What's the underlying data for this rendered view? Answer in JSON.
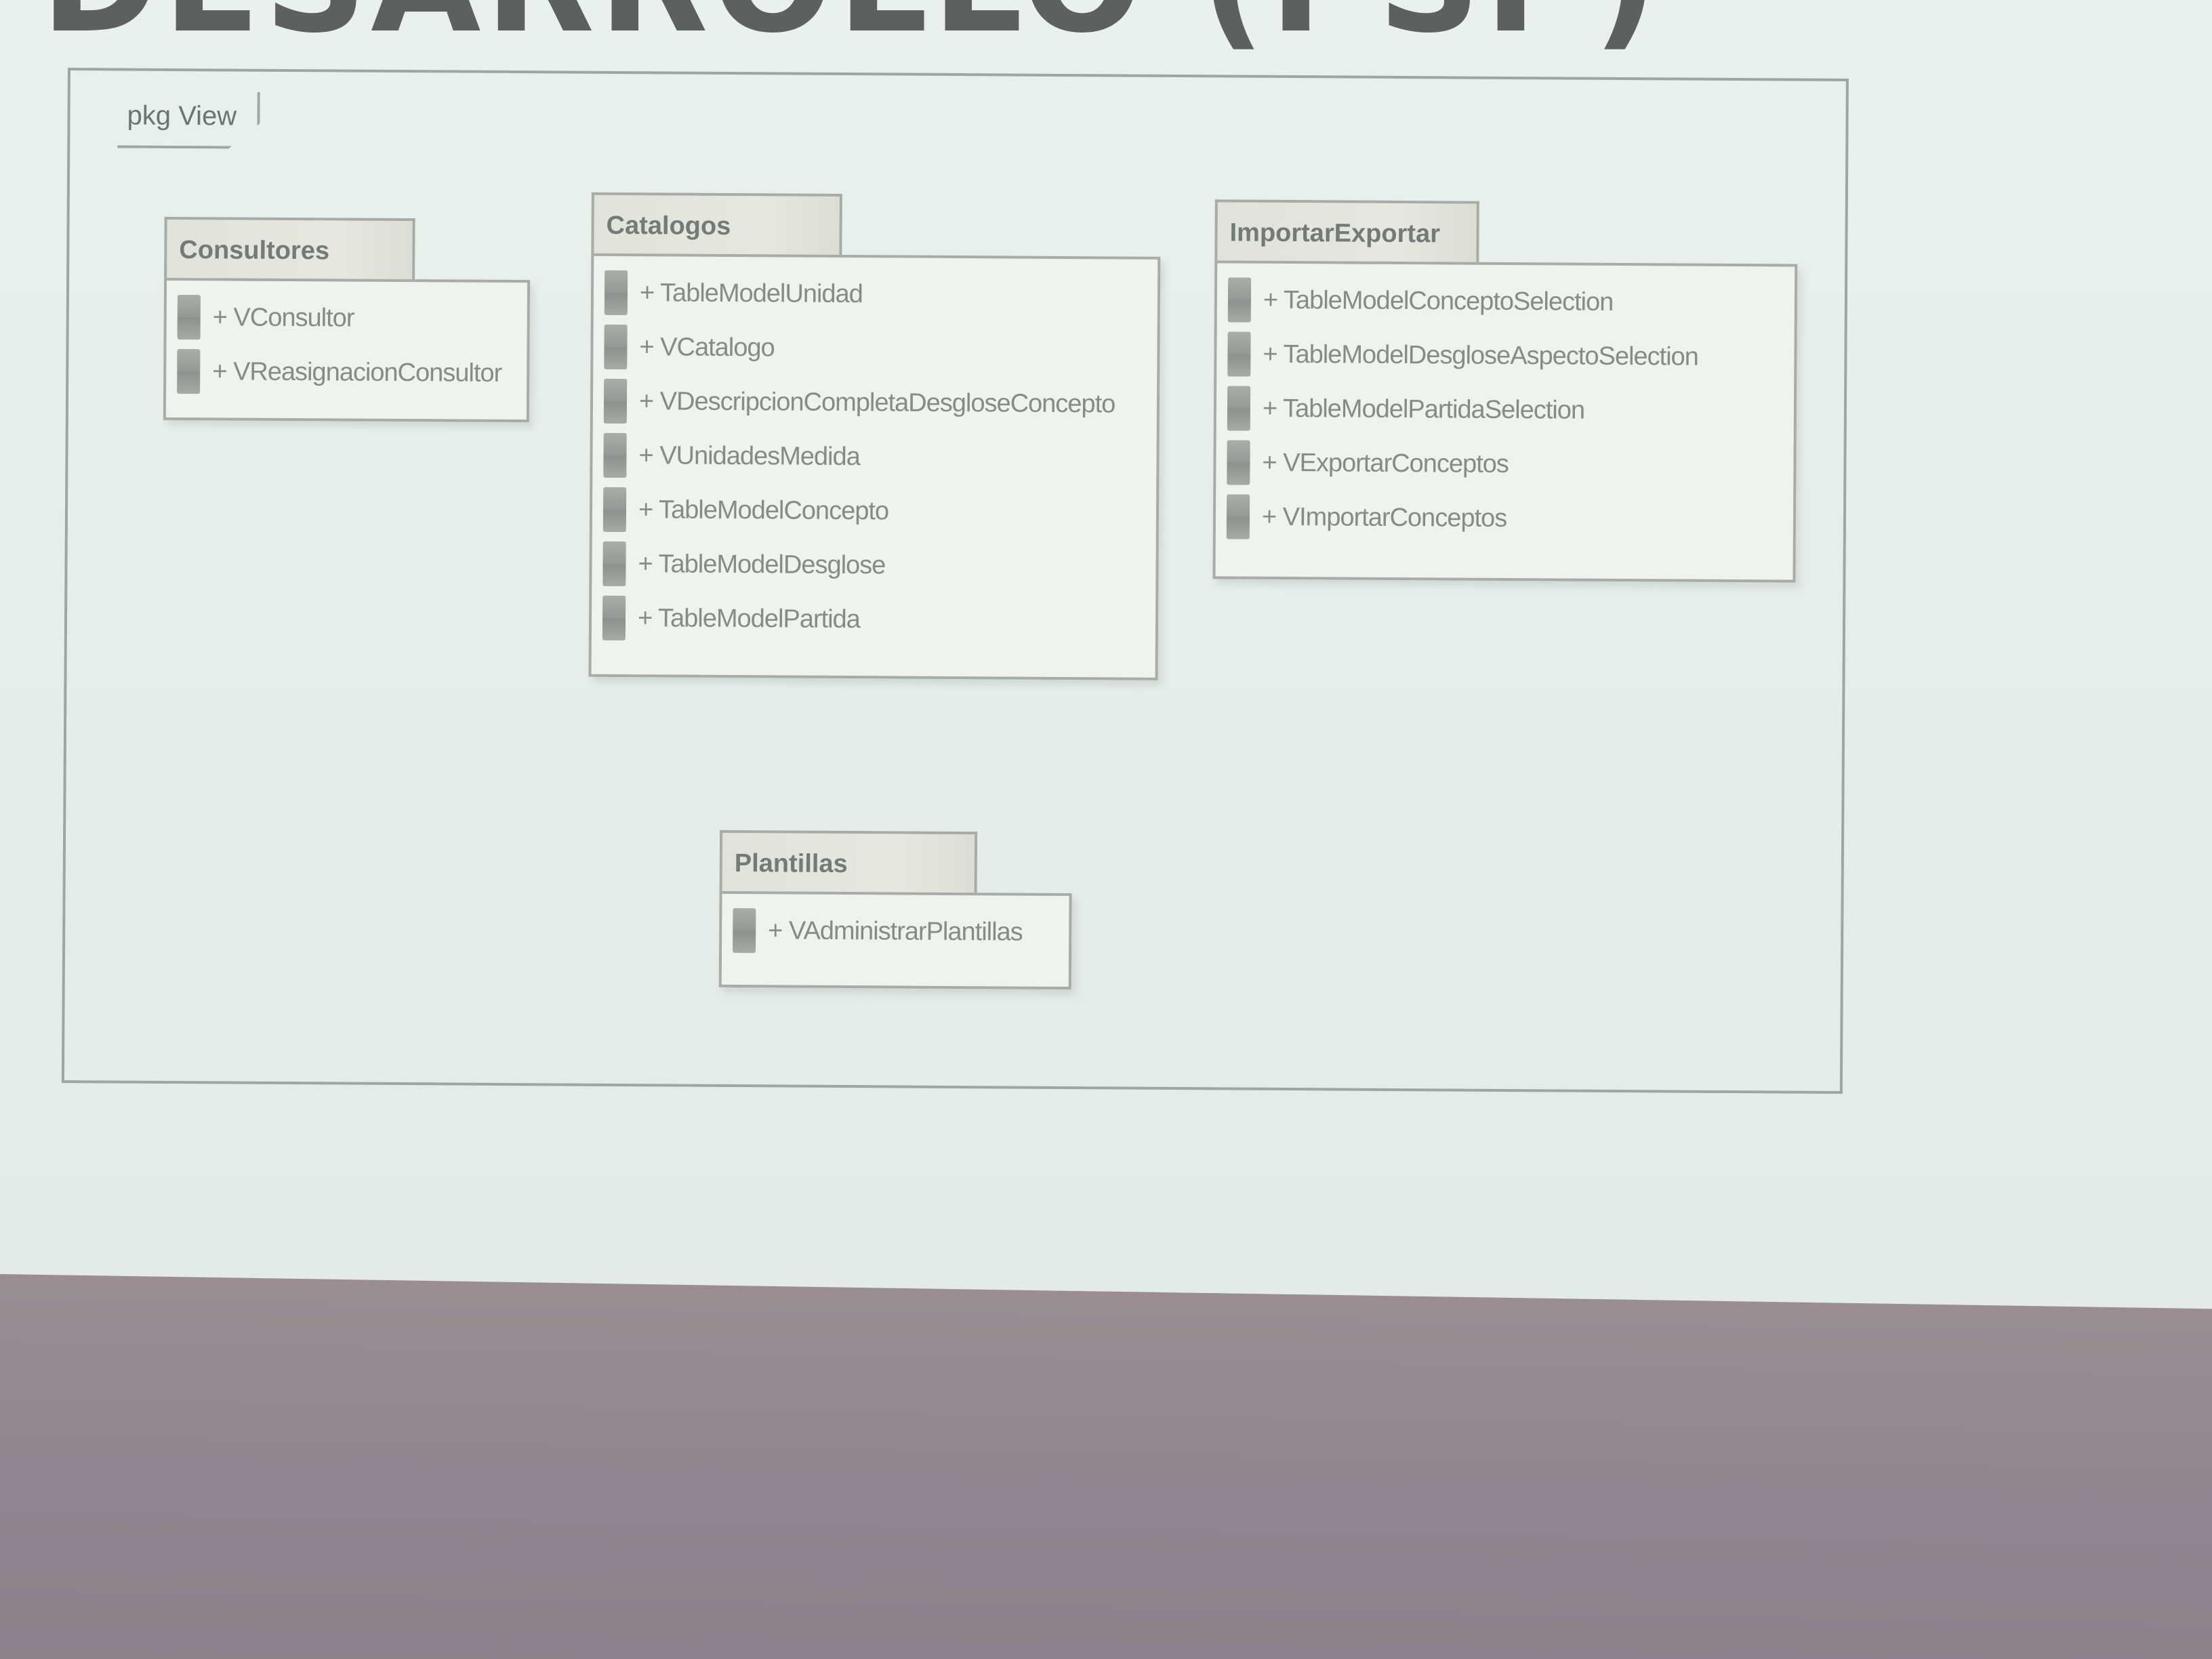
{
  "slide": {
    "title_fragment": "DESARROLLO (PSP)"
  },
  "diagram": {
    "frame_label": "pkg View",
    "packages": [
      {
        "id": "consultores",
        "name": "Consultores",
        "items": [
          "+ VConsultor",
          "+ VReasignacionConsultor"
        ]
      },
      {
        "id": "catalogos",
        "name": "Catalogos",
        "items": [
          "+ TableModelUnidad",
          "+ VCatalogo",
          "+ VDescripcionCompletaDesgloseConcepto",
          "+ VUnidadesMedida",
          "+ TableModelConcepto",
          "+ TableModelDesglose",
          "+ TableModelPartida"
        ]
      },
      {
        "id": "importar-exportar",
        "name": "ImportarExportar",
        "items": [
          "+ TableModelConceptoSelection",
          "+ TableModelDesgloseAspectoSelection",
          "+ TableModelPartidaSelection",
          "+ VExportarConceptos",
          "+ VImportarConceptos"
        ]
      },
      {
        "id": "plantillas",
        "name": "Plantillas",
        "items": [
          "+ VAdministrarPlantillas"
        ]
      }
    ]
  }
}
